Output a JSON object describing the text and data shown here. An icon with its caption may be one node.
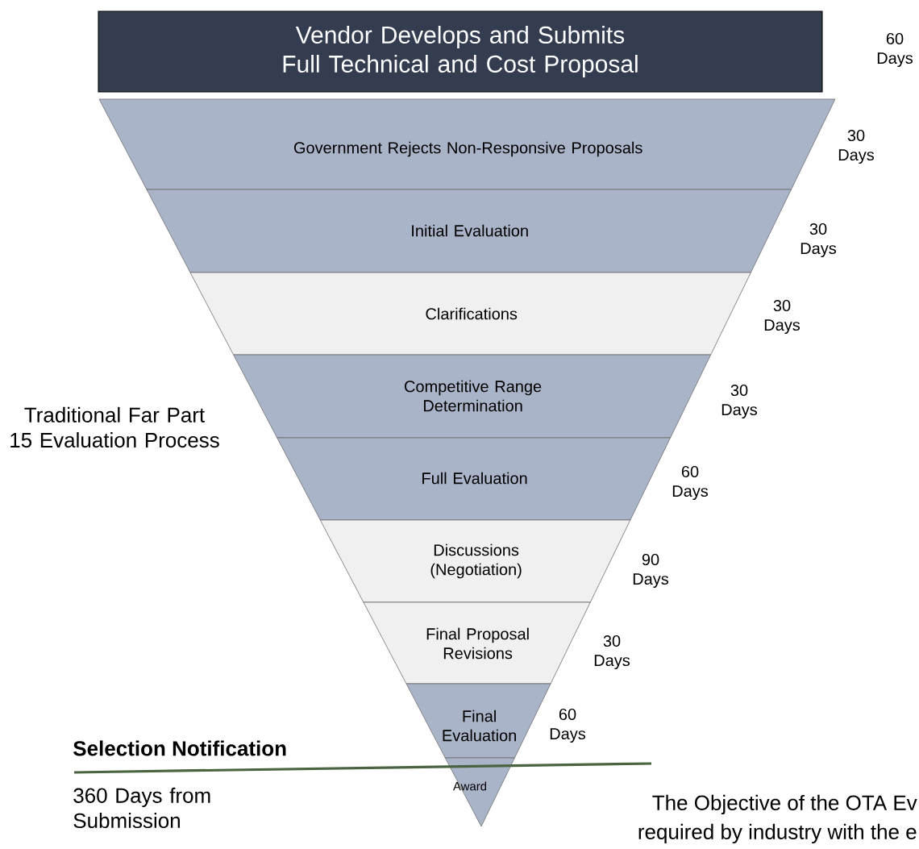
{
  "diagram": {
    "nodes": [
      {
        "text": [
          "Vendor Develops and Submits Full Technical and Cost Proposal"
        ],
        "beside": [
          "60 Days"
        ]
      },
      {
        "text": [
          "Government Rejects Non-Responsive Proposals"
        ],
        "beside": [
          "30 Days"
        ]
      },
      {
        "text": [
          "Initial Evaluation"
        ],
        "beside": [
          "30 Days"
        ]
      },
      {
        "text": [
          "Clarifications"
        ],
        "beside": [
          "30 Days"
        ]
      },
      {
        "text": [
          "Competitive Range Determination"
        ],
        "beside": [
          "30 Days"
        ]
      },
      {
        "text": [
          "Full Evaluation"
        ],
        "beside": [
          "60 Days"
        ]
      },
      {
        "text": [
          "Discussions (Negotiation)"
        ],
        "beside": [
          "90 Days"
        ]
      },
      {
        "text": [
          "Final Proposal Revisions"
        ],
        "beside": [
          "30 Days"
        ]
      },
      {
        "text": [
          "Final Evaluation"
        ],
        "beside": [
          "60 Days"
        ]
      },
      {
        "text": [
          "Award"
        ]
      }
    ],
    "labels": [
      "Traditional Far Part 15 Evaluation Process",
      "Selection Notification",
      "360 Days from Submission",
      "The Objective of the OTA Ev",
      "required by industry with the e"
    ]
  }
}
